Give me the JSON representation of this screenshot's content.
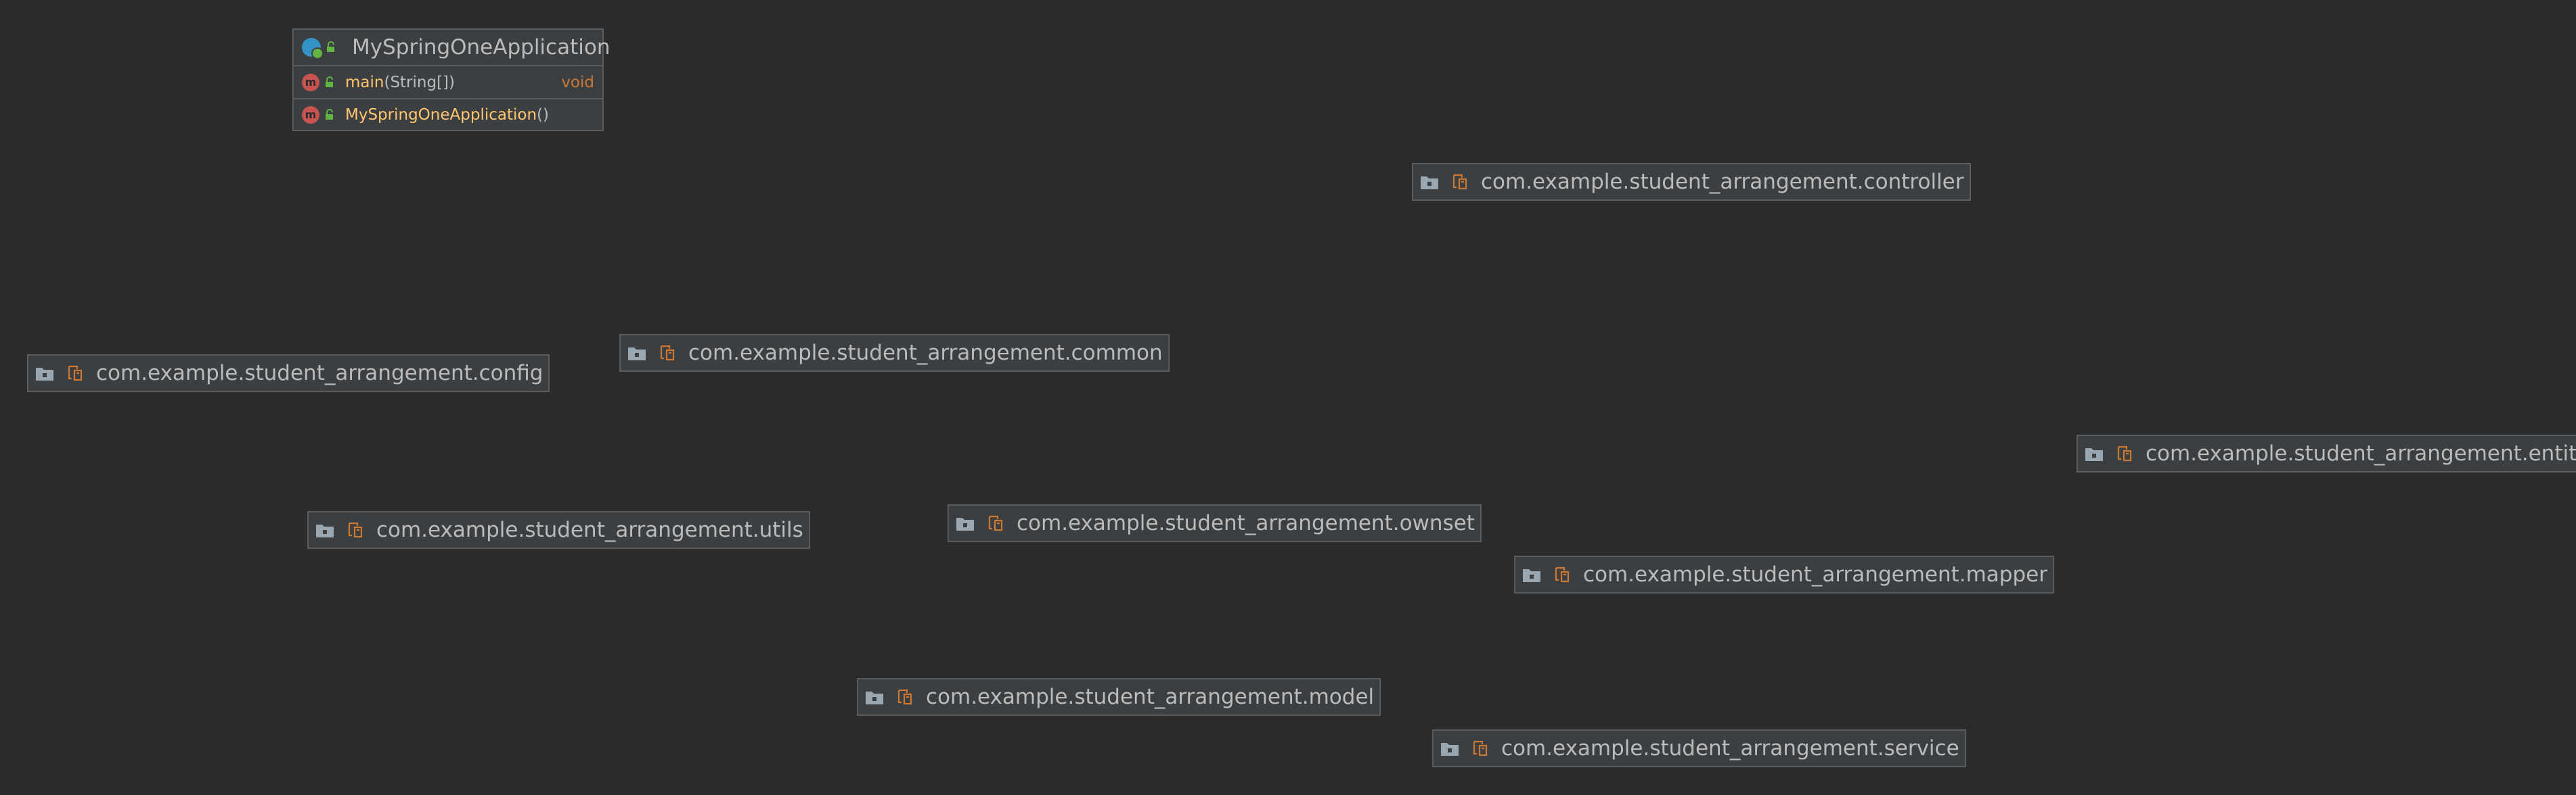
{
  "class_card": {
    "title": "MySpringOneApplication",
    "methods": [
      {
        "name": "main",
        "params": "(String[])",
        "return_type": "void"
      },
      {
        "name": "MySpringOneApplication",
        "params": " ()",
        "return_type": ""
      }
    ]
  },
  "packages": {
    "controller": "com.example.student_arrangement.controller",
    "config": "com.example.student_arrangement.config",
    "common": "com.example.student_arrangement.common",
    "entity": "com.example.student_arrangement.entity",
    "utils": "com.example.student_arrangement.utils",
    "ownset": "com.example.student_arrangement.ownset",
    "mapper": "com.example.student_arrangement.mapper",
    "model": "com.example.student_arrangement.model",
    "service": "com.example.student_arrangement.service"
  },
  "colors": {
    "background": "#2b2b2b",
    "node_background": "#3c3f41",
    "node_border": "#5a5d5f",
    "text": "#bbbbbb",
    "method": "#ffc66d",
    "keyword": "#cc7832"
  },
  "icons": {
    "class": "spring-class-icon",
    "method": "method-icon",
    "visibility": "public-icon",
    "folder": "folder-icon",
    "package": "package-icon"
  }
}
